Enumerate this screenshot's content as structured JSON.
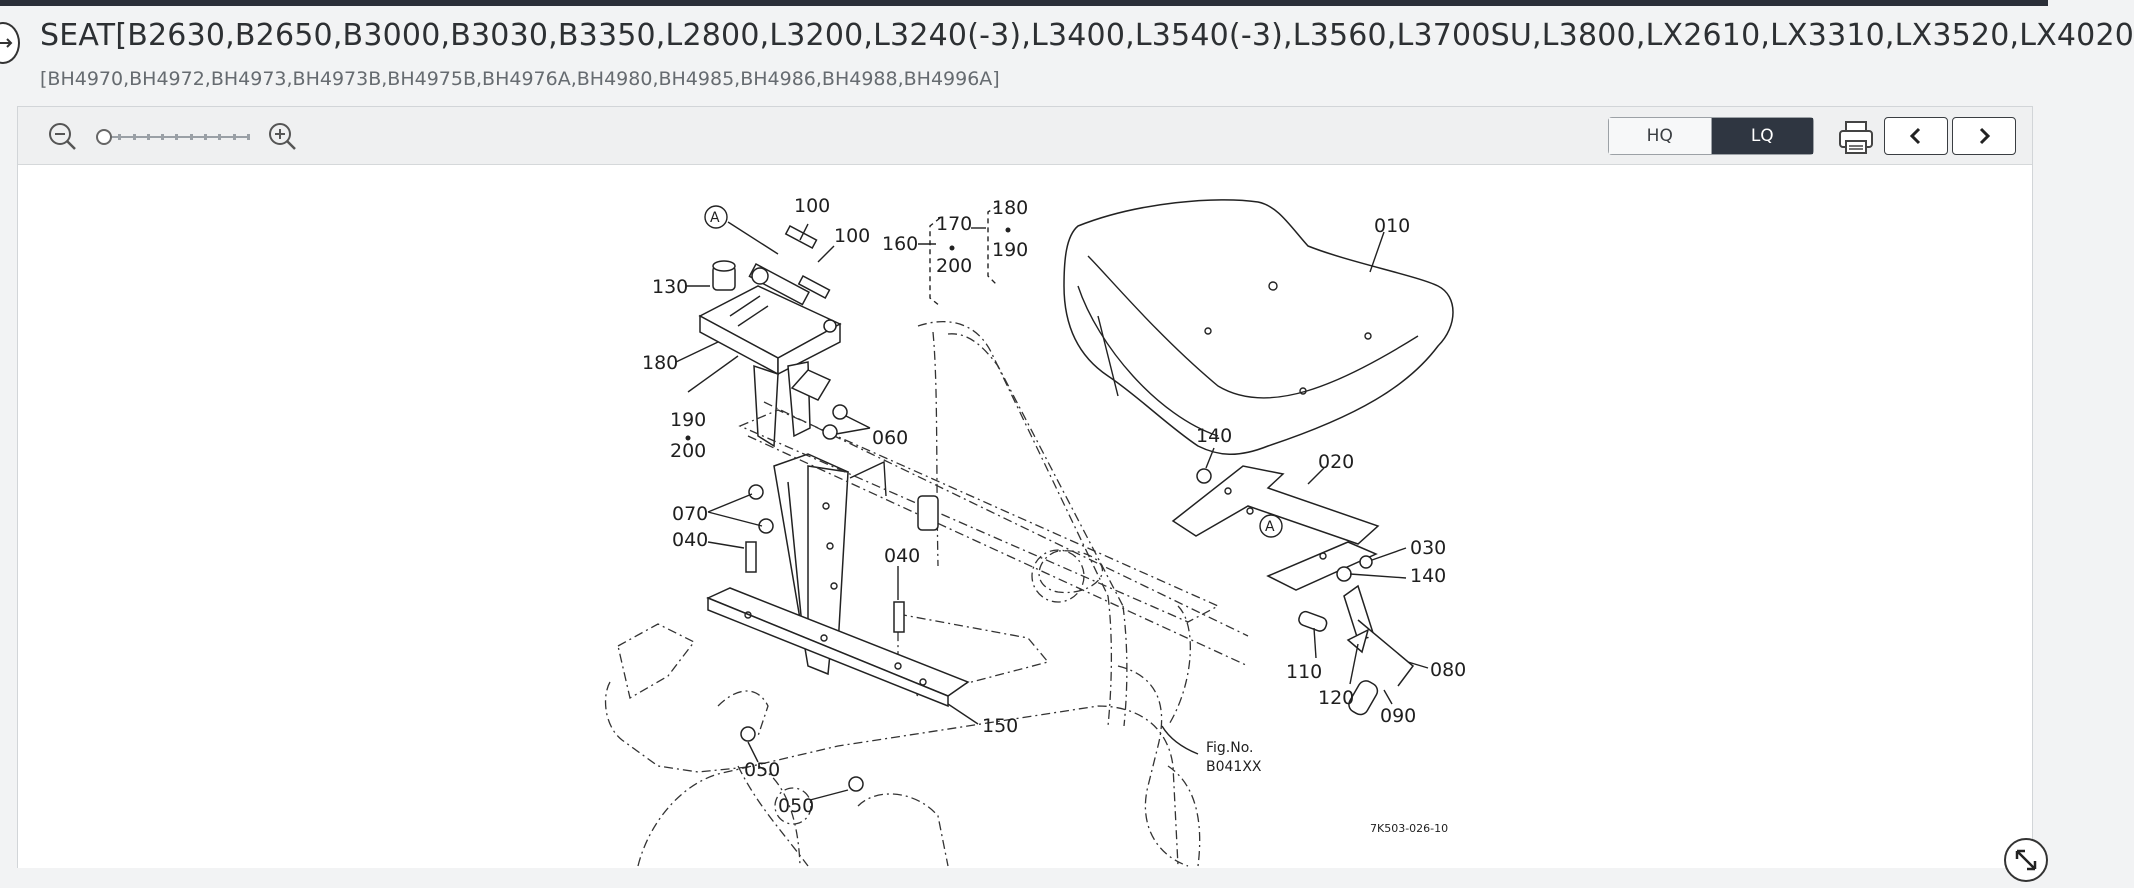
{
  "page": {
    "title": "SEAT[B2630,B2650,B3000,B3030,B3350,L2800,L3200,L3240(-3),L3400,L3540(-3),L3560,L3700SU,L3800,LX2610,LX3310,LX3520,LX4020",
    "subtitle": "[BH4970,BH4972,BH4973,BH4973B,BH4975B,BH4976A,BH4980,BH4985,BH4986,BH4988,BH4996A]"
  },
  "toolbar": {
    "zoom_out_icon": "zoom-out-icon",
    "zoom_in_icon": "zoom-in-icon",
    "zoom_level": 0,
    "quality_hq": "HQ",
    "quality_lq": "LQ",
    "quality_selected": "LQ",
    "print_icon": "printer-icon",
    "prev_icon": "chevron-left-icon",
    "next_icon": "chevron-right-icon",
    "accent_color": "#2f3641"
  },
  "diagram": {
    "labels": {
      "010": "010",
      "020": "020",
      "030": "030",
      "040a": "040",
      "040b": "040",
      "050a": "050",
      "050b": "050",
      "060": "060",
      "070": "070",
      "080": "080",
      "090": "090",
      "100a": "100",
      "100b": "100",
      "110": "110",
      "120": "120",
      "130": "130",
      "140a": "140",
      "140b": "140",
      "150": "150",
      "160": "160",
      "170": "170",
      "180a": "180",
      "180b": "180",
      "190a": "190",
      "190b": "190",
      "200a": "200",
      "200b": "200",
      "refA1": "A",
      "refA2": "A"
    },
    "fig_no_label": "Fig.No.",
    "fig_no": "B041XX",
    "drawing_code": "7K503-026-10"
  },
  "controls": {
    "fullscreen_icon": "expand-icon",
    "back_icon": "arrow-right-circle-icon"
  }
}
